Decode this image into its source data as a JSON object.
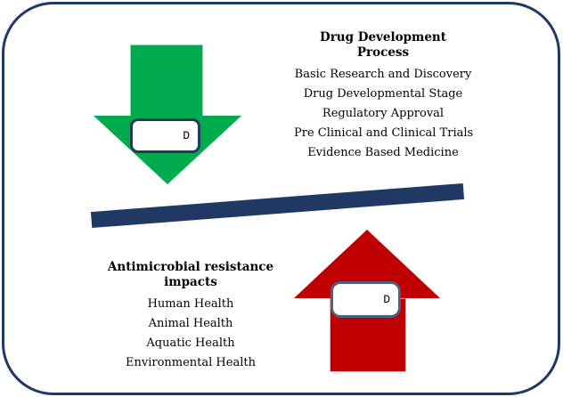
{
  "top_section": {
    "title": "Drug Development Process",
    "title_lines": [
      "Drug Development",
      "Process"
    ],
    "items": [
      "Basic Research and Discovery",
      "Drug Developmental Stage",
      "Regulatory Approval",
      "Pre Clinical and Clinical Trials",
      "Evidence Based Medicine"
    ],
    "arrow": {
      "label": "D",
      "direction": "down",
      "color": "#00AB4E"
    }
  },
  "bottom_section": {
    "title": "Antimicrobial resistance impacts",
    "title_lines": [
      "Antimicrobial resistance",
      "impacts"
    ],
    "items": [
      "Human Health",
      "Animal Health",
      "Aquatic Health",
      "Environmental Health"
    ],
    "arrow": {
      "label": "D",
      "direction": "up",
      "color": "#C00000"
    }
  },
  "seesaw": {
    "tilt": "down-left",
    "color": "#1F3864"
  },
  "colors": {
    "frame_border": "#1F3864",
    "green_arrow": "#00AB4E",
    "red_arrow": "#C00000",
    "seesaw_bar": "#1F3864",
    "label_box_border_green": "#24395B",
    "label_box_border_red": "#4A6380"
  }
}
